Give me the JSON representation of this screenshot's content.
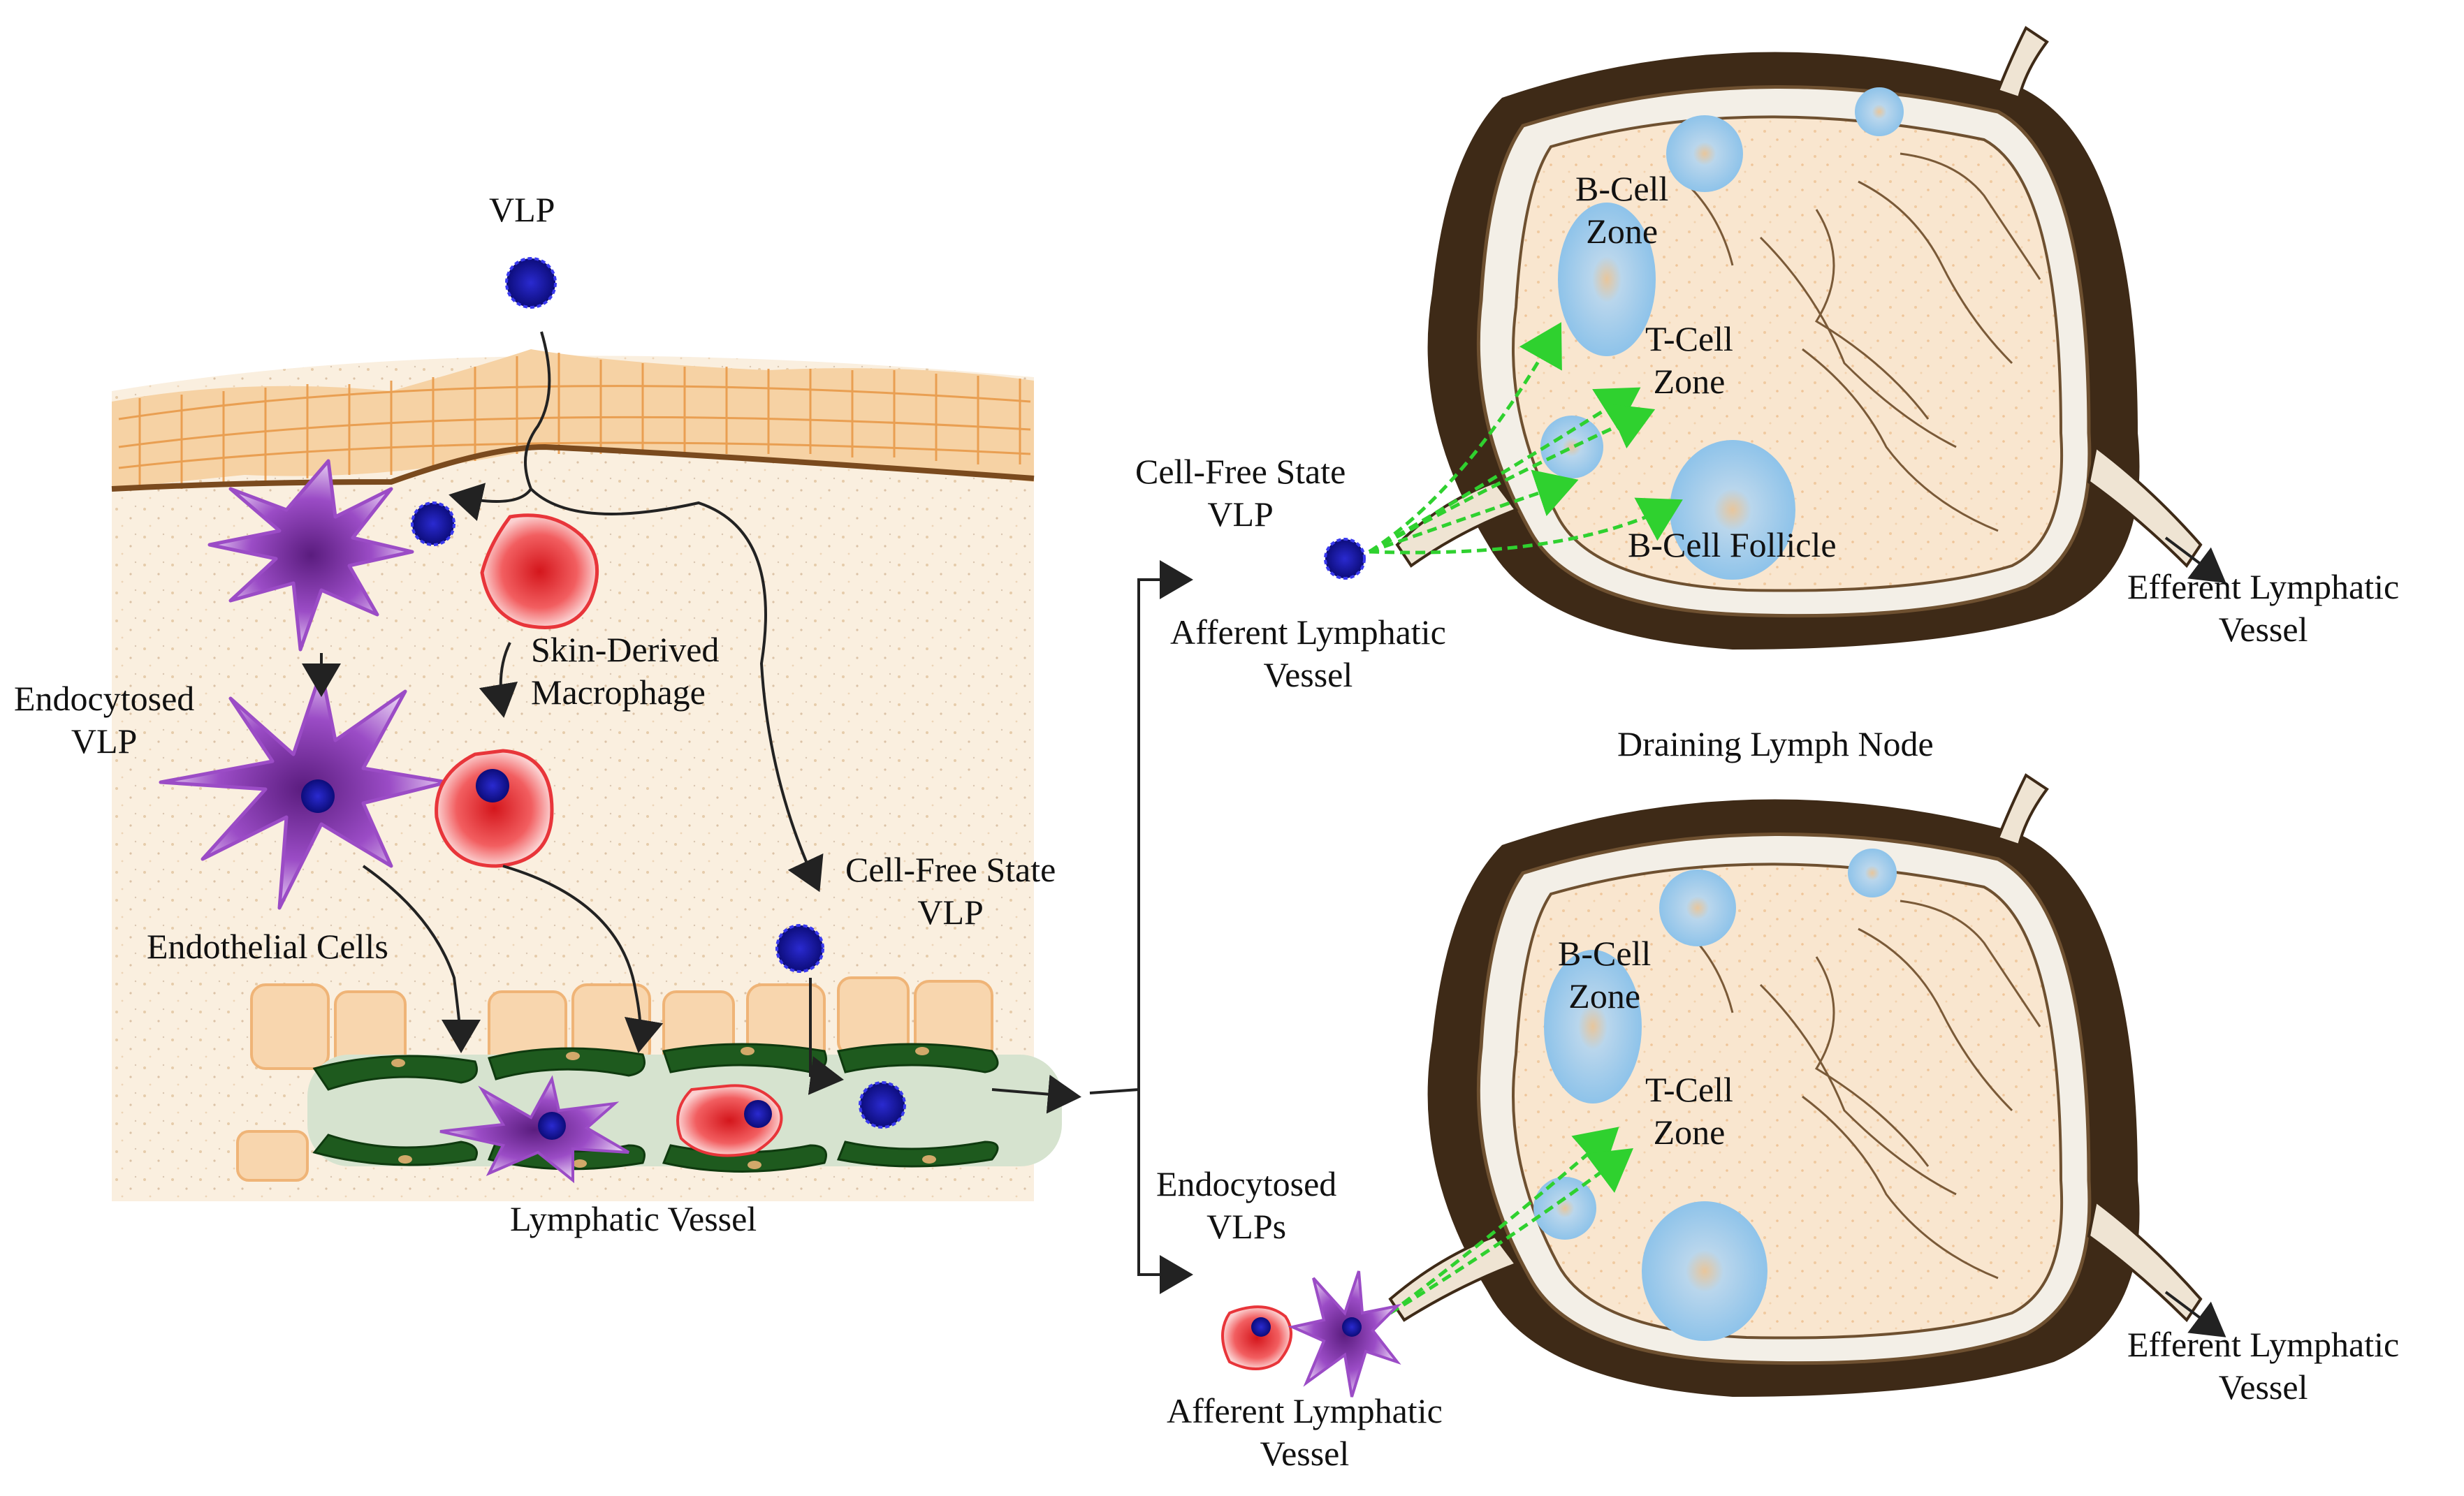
{
  "labels": {
    "vlp_top": "VLP",
    "skin_macrophage": [
      "Skin-Derived",
      "Macrophage"
    ],
    "endocytosed_vlp_left": [
      "Endocytosed",
      "VLP"
    ],
    "endothelial_cells": "Endothelial Cells",
    "cell_free_left": [
      "Cell-Free State",
      "VLP"
    ],
    "lymphatic_vessel": "Lymphatic Vessel",
    "cell_free_top": [
      "Cell-Free State",
      "VLP"
    ],
    "afferent_top": [
      "Afferent Lymphatic",
      "Vessel"
    ],
    "bcell_zone_top": [
      "B-Cell",
      "Zone"
    ],
    "tcell_zone_top": [
      "T-Cell",
      "Zone"
    ],
    "bcell_follicle": "B-Cell Follicle",
    "efferent_top": [
      "Efferent Lymphatic",
      "Vessel"
    ],
    "draining_node": "Draining Lymph Node",
    "bcell_zone_bottom": [
      "B-Cell",
      "Zone"
    ],
    "tcell_zone_bottom": [
      "T-Cell",
      "Zone"
    ],
    "endocytosed_vlps": [
      "Endocytosed",
      "VLPs"
    ],
    "afferent_bottom": [
      "Afferent Lymphatic",
      "Vessel"
    ],
    "efferent_bottom": [
      "Efferent Lymphatic",
      "Vessel"
    ]
  },
  "colors": {
    "skin_orange": "#f3c18c",
    "skin_line": "#e79a4c",
    "basement": "#7a4a1e",
    "dendritic_purple": "#8b3fb0",
    "macrophage_red": "#e8353a",
    "vlp_blue": "#1f1fb8",
    "vessel_green": "#1e5a1e",
    "node_brown": "#3e2a17",
    "follicle_blue": "#9ccbee",
    "migration_green": "#2fd12f"
  },
  "icons": [
    "vlp-particle",
    "dendritic-cell",
    "macrophage",
    "lymph-node"
  ]
}
